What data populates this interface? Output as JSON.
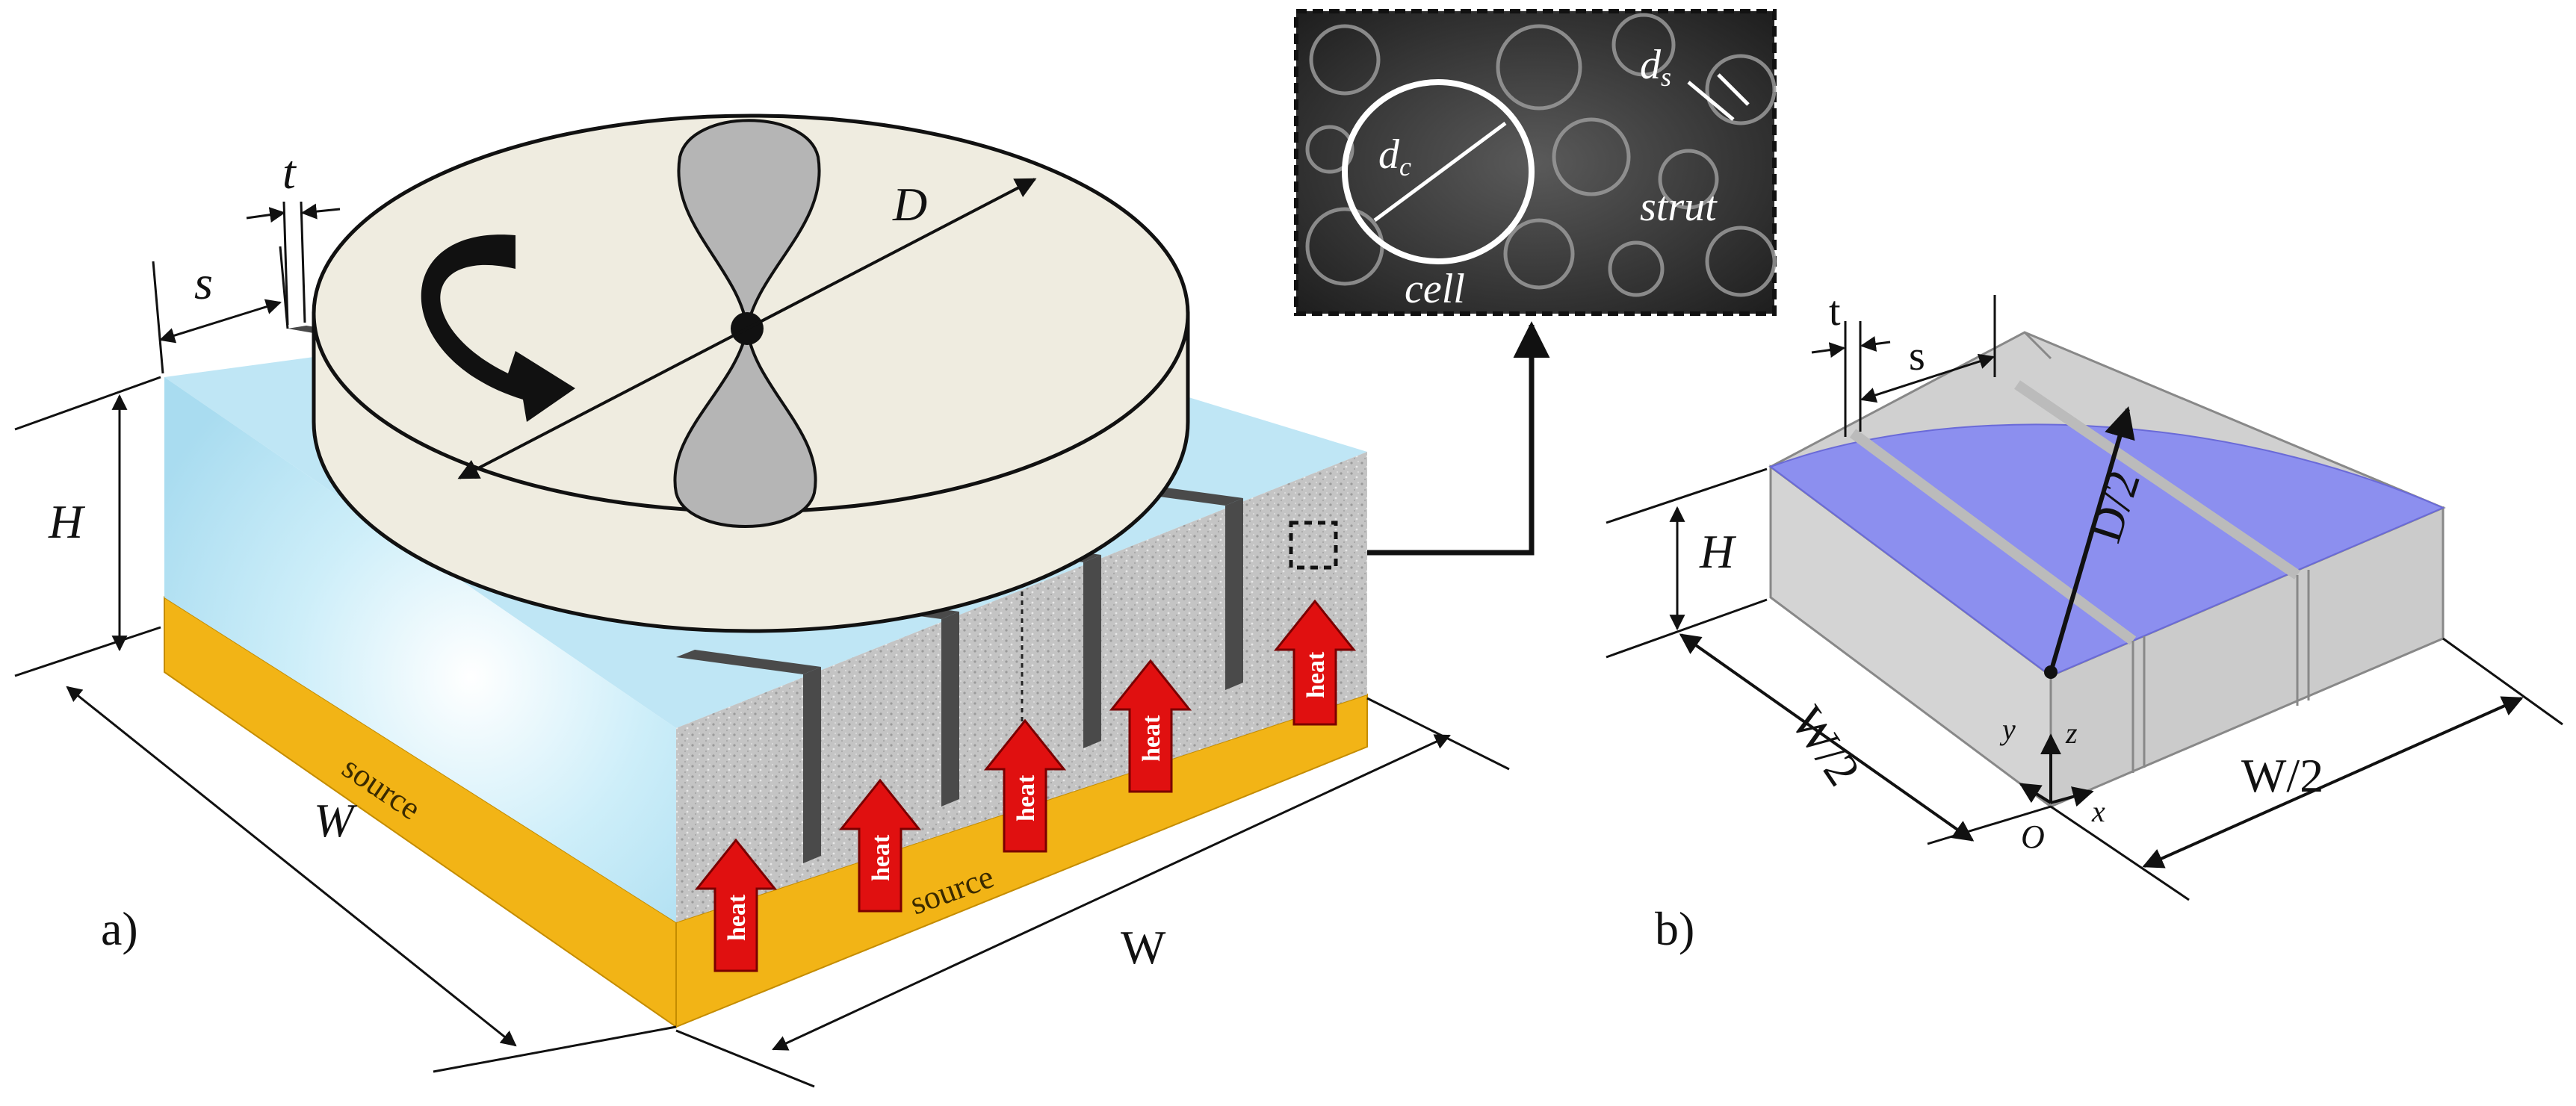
{
  "panel_a": {
    "label": "a)",
    "dims": {
      "s": "s",
      "t": "t",
      "D": "D",
      "H": "H",
      "W_left": "W",
      "W_bottom": "W"
    },
    "source_labels": [
      "source",
      "source"
    ],
    "heat_labels": [
      "heat",
      "heat",
      "heat",
      "heat",
      "heat"
    ]
  },
  "micrograph": {
    "d_c": "d",
    "d_c_sub": "c",
    "d_s": "d",
    "d_s_sub": "s",
    "cell": "cell",
    "strut": "strut"
  },
  "panel_b": {
    "label": "b)",
    "dims": {
      "t": "t",
      "s": "s",
      "H": "H",
      "D_half": "D/2",
      "W_half_left": "W/2",
      "W_half_right": "W/2"
    },
    "axes": {
      "origin": "O",
      "x": "x",
      "y": "y",
      "z": "z"
    }
  },
  "colors": {
    "fluid": "#bfe6f5",
    "source": "#f2b416",
    "foam": "#c9c9c9",
    "fin": "#4a4a4a",
    "fan_disc": "#efece0",
    "fan_blade": "#b5b5b5",
    "heat_arrow": "#e01010",
    "domain_top": "#8c8fef",
    "domain_side": "#d0d0d0"
  }
}
